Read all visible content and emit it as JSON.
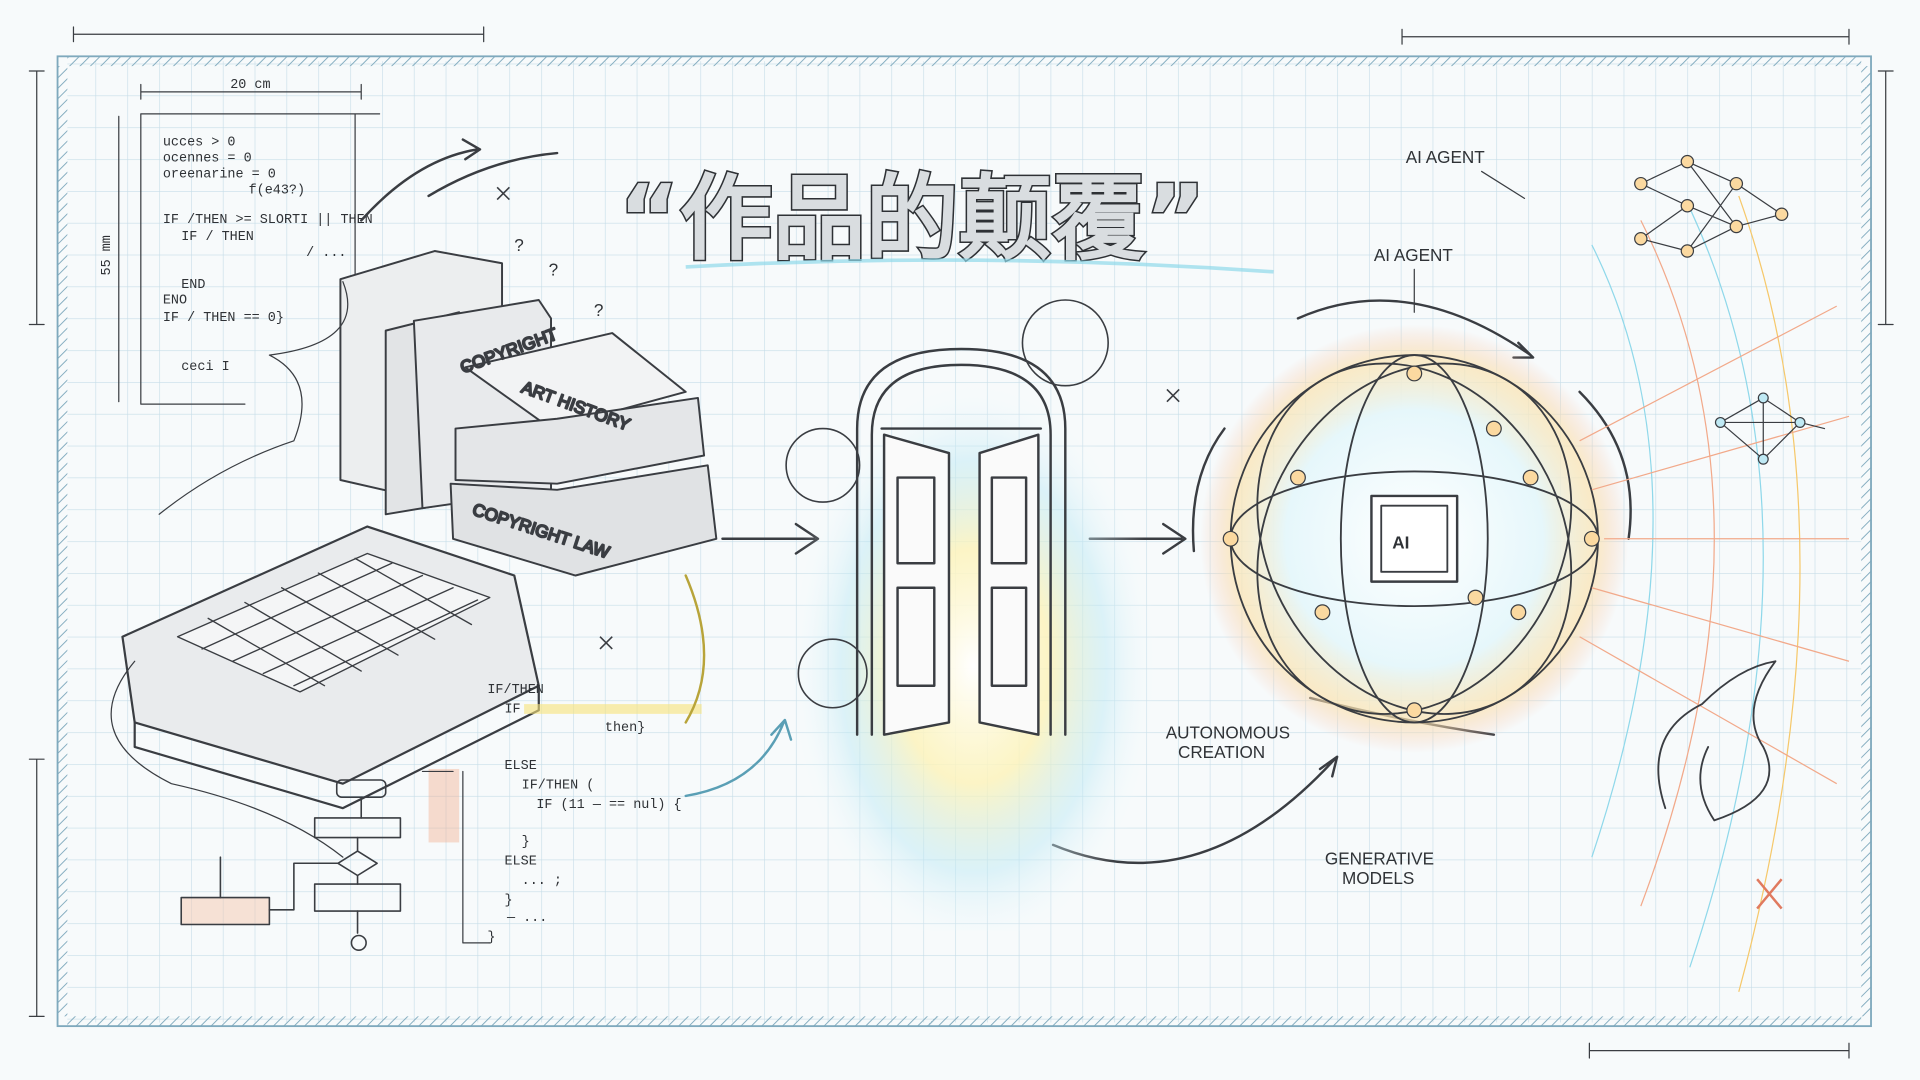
{
  "title": "“作品的颠覆”",
  "dimensions": {
    "width_label": "20 cm",
    "height_label": "55 mm"
  },
  "top_code": {
    "lines": [
      "ucces > 0",
      "ocennes = 0",
      "oreenarine = 0",
      "f(e43?)",
      "IF /THEN >= SLORTI || THEN",
      "IF / THEN",
      "/ ...",
      "END",
      "ENO",
      "IF / THEN == 0}",
      "ceci I"
    ]
  },
  "books": {
    "spine_1": "COPYRIGHT",
    "spine_2": "ART HISTORY",
    "spine_3": "COPYRIGHT LAW"
  },
  "bottom_code": {
    "lines": [
      "IF/THEN",
      "IF",
      "then}",
      "ELSE",
      "IF/THEN (",
      "IF (11 — == nul) {",
      "}",
      "ELSE",
      "... ;",
      "}",
      "— ...",
      "}"
    ]
  },
  "ai": {
    "agent_label_1": "AI AGENT",
    "agent_label_2": "AI AGENT",
    "chip_label": "AI",
    "autonomous": [
      "AUTONOMOUS",
      "CREATION"
    ],
    "generative": [
      "GENERATIVE",
      "MODELS"
    ]
  },
  "colors": {
    "grid": "#bcd6e2",
    "frame": "#7fa9bd",
    "glow_yellow": "#f6e27a",
    "glow_cyan": "#8fd8ea",
    "glow_orange": "#f2a98a"
  }
}
